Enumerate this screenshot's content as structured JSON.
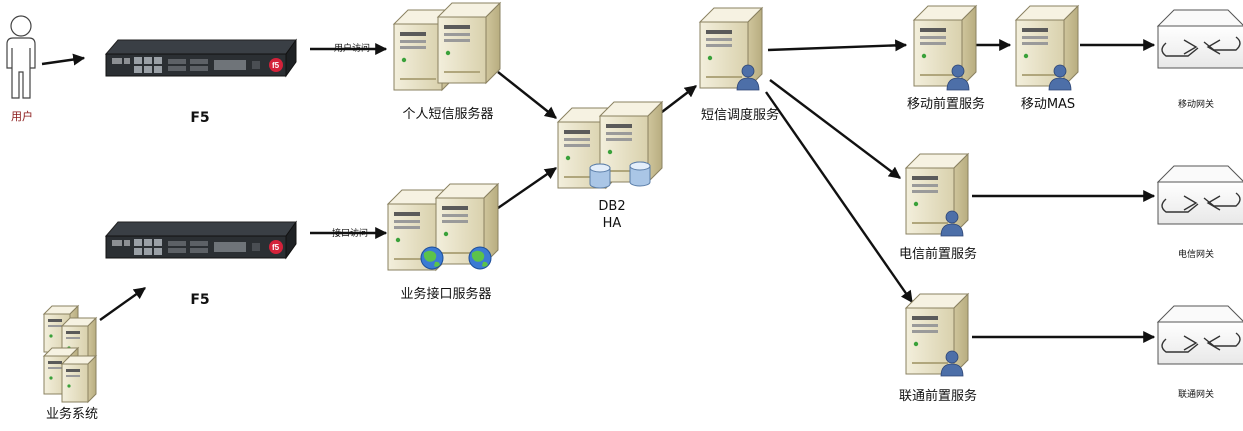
{
  "nodes": {
    "user": "用户",
    "f5_top": "F5",
    "f5_bottom": "F5",
    "business_system": "业务系统",
    "personal_sms_server": "个人短信服务器",
    "business_interface_server": "业务接口服务器",
    "db2_line1": "DB2",
    "db2_line2": "HA",
    "sms_dispatch": "短信调度服务",
    "mobile_front": "移动前置服务",
    "mobile_mas": "移动MAS",
    "telecom_front": "电信前置服务",
    "unicom_front": "联通前置服务",
    "mobile_gateway": "移动网关",
    "telecom_gateway": "电信网关",
    "unicom_gateway": "联通网关"
  },
  "edges": {
    "user_access": "用户访问",
    "interface_access": "接口访问"
  },
  "colors": {
    "line": "#111111",
    "user_label": "#8b1a1a",
    "server_body": "#e9e3c6",
    "device_dark": "#2b2f33",
    "globe": "#3b7bd4"
  }
}
